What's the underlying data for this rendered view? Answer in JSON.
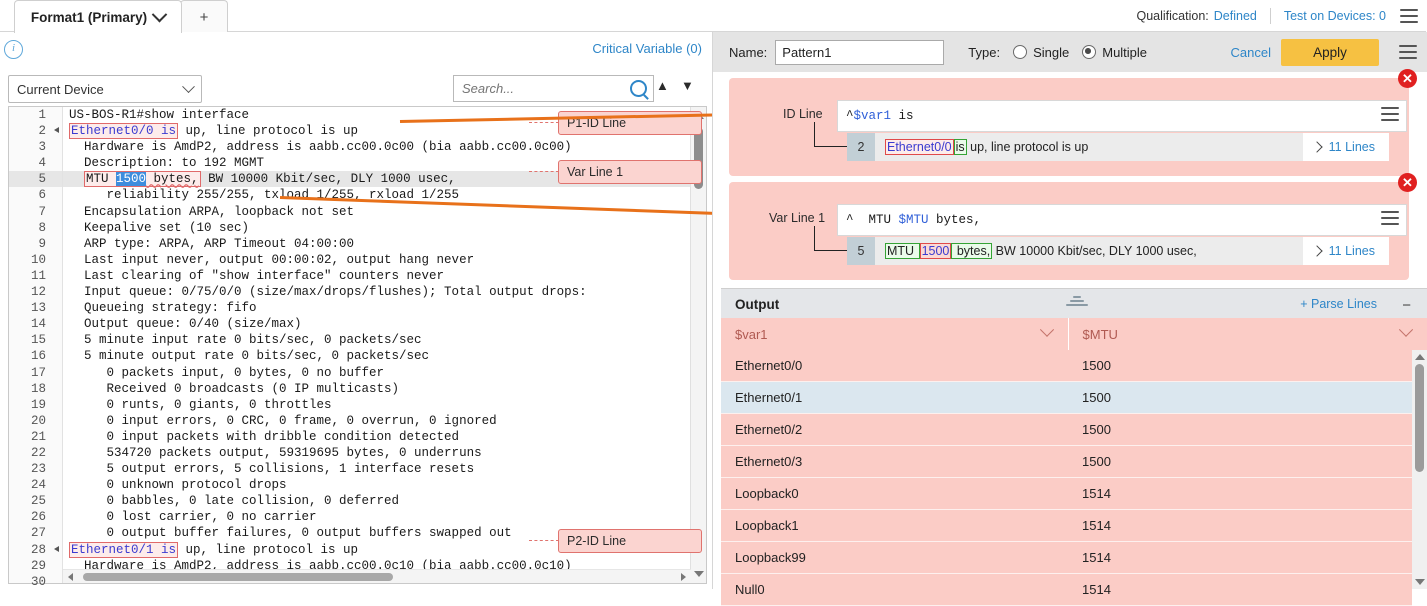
{
  "tabs": {
    "primary": "Format1 (Primary)",
    "add": "+"
  },
  "header_right": {
    "qualification_label": "Qualification:",
    "qualification_value": "Defined",
    "test_label": "Test on Devices: 0",
    "menu_icon": "hamburger-icon"
  },
  "left": {
    "info_icon": "info-icon",
    "critical_variable": "Critical Variable (0)",
    "device_select": "Current Device",
    "search_placeholder": "Search...",
    "search_value": "",
    "search_icon": "search-icon",
    "nav_up": "▲",
    "nav_down": "▼",
    "code_lines": [
      {
        "n": 1,
        "fold": false,
        "text": "US-BOS-R1#show interface"
      },
      {
        "n": 2,
        "fold": true,
        "text": "Ethernet0/0 is up, line protocol is up"
      },
      {
        "n": 3,
        "fold": false,
        "text": "  Hardware is AmdP2, address is aabb.cc00.0c00 (bia aabb.cc00.0c00)"
      },
      {
        "n": 4,
        "fold": false,
        "text": "  Description: to 192 MGMT"
      },
      {
        "n": 5,
        "fold": false,
        "text": "  MTU 1500 bytes, BW 10000 Kbit/sec, DLY 1000 usec,"
      },
      {
        "n": 6,
        "fold": false,
        "text": "     reliability 255/255, txload 1/255, rxload 1/255"
      },
      {
        "n": 7,
        "fold": false,
        "text": "  Encapsulation ARPA, loopback not set"
      },
      {
        "n": 8,
        "fold": false,
        "text": "  Keepalive set (10 sec)"
      },
      {
        "n": 9,
        "fold": false,
        "text": "  ARP type: ARPA, ARP Timeout 04:00:00"
      },
      {
        "n": 10,
        "fold": false,
        "text": "  Last input never, output 00:00:02, output hang never"
      },
      {
        "n": 11,
        "fold": false,
        "text": "  Last clearing of \"show interface\" counters never"
      },
      {
        "n": 12,
        "fold": false,
        "text": "  Input queue: 0/75/0/0 (size/max/drops/flushes); Total output drops:"
      },
      {
        "n": 13,
        "fold": false,
        "text": "  Queueing strategy: fifo"
      },
      {
        "n": 14,
        "fold": false,
        "text": "  Output queue: 0/40 (size/max)"
      },
      {
        "n": 15,
        "fold": false,
        "text": "  5 minute input rate 0 bits/sec, 0 packets/sec"
      },
      {
        "n": 16,
        "fold": false,
        "text": "  5 minute output rate 0 bits/sec, 0 packets/sec"
      },
      {
        "n": 17,
        "fold": false,
        "text": "     0 packets input, 0 bytes, 0 no buffer"
      },
      {
        "n": 18,
        "fold": false,
        "text": "     Received 0 broadcasts (0 IP multicasts)"
      },
      {
        "n": 19,
        "fold": false,
        "text": "     0 runts, 0 giants, 0 throttles"
      },
      {
        "n": 20,
        "fold": false,
        "text": "     0 input errors, 0 CRC, 0 frame, 0 overrun, 0 ignored"
      },
      {
        "n": 21,
        "fold": false,
        "text": "     0 input packets with dribble condition detected"
      },
      {
        "n": 22,
        "fold": false,
        "text": "     534720 packets output, 59319695 bytes, 0 underruns"
      },
      {
        "n": 23,
        "fold": false,
        "text": "     5 output errors, 5 collisions, 1 interface resets"
      },
      {
        "n": 24,
        "fold": false,
        "text": "     0 unknown protocol drops"
      },
      {
        "n": 25,
        "fold": false,
        "text": "     0 babbles, 0 late collision, 0 deferred"
      },
      {
        "n": 26,
        "fold": false,
        "text": "     0 lost carrier, 0 no carrier"
      },
      {
        "n": 27,
        "fold": false,
        "text": "     0 output buffer failures, 0 output buffers swapped out"
      },
      {
        "n": 28,
        "fold": true,
        "text": "Ethernet0/1 is up, line protocol is up"
      },
      {
        "n": 29,
        "fold": false,
        "text": "  Hardware is AmdP2, address is aabb.cc00.0c10 (bia aabb.cc00.0c10)"
      },
      {
        "n": 30,
        "fold": false,
        "text": ""
      }
    ],
    "line2_id_token": "Ethernet0/0 is",
    "line2_rest": " up, line protocol is up",
    "line5_pre": "  ",
    "line5_mtu": "MTU ",
    "line5_val": "1500",
    "line5_bytes": " bytes,",
    "line5_rest": " BW 10000 Kbit/sec, DLY 1000 usec,",
    "line28_id_token": "Ethernet0/1 is",
    "line28_rest": " up, line protocol is up",
    "chips": {
      "p1": "P1-ID Line",
      "var1": "Var Line 1",
      "p2": "P2-ID Line"
    }
  },
  "right": {
    "name_label": "Name:",
    "name_value": "Pattern1",
    "type_label": "Type:",
    "type_single": "Single",
    "type_multiple": "Multiple",
    "type_selected": "Multiple",
    "cancel": "Cancel",
    "apply": "Apply",
    "menu_icon": "hamburger-icon",
    "id_section": {
      "label": "ID Line",
      "pattern_prefix": "^",
      "pattern_var": "$var1",
      "pattern_suffix": " is",
      "close_icon": "close-icon",
      "menu_icon": "hamburger-icon",
      "preview_num": "2",
      "preview_m1": "Ethernet0/0",
      "preview_m2": "is",
      "preview_rest": " up, line protocol is up",
      "lines_btn": "11 Lines"
    },
    "var_section": {
      "label": "Var Line 1",
      "pattern_prefix": "^  MTU ",
      "pattern_var": "$MTU",
      "pattern_suffix": " bytes,",
      "close_icon": "close-icon",
      "menu_icon": "hamburger-icon",
      "preview_num": "5",
      "preview_m1": "MTU ",
      "preview_m2": "1500",
      "preview_m3": " bytes,",
      "preview_rest": " BW 10000 Kbit/sec, DLY 1000 usec,",
      "lines_btn": "11 Lines"
    },
    "output": {
      "title": "Output",
      "parse_lines": "+ Parse Lines",
      "collapse": "−",
      "grip_icon": "resize-grip-icon",
      "columns": [
        "$var1",
        "$MTU"
      ],
      "rows": [
        {
          "var1": "Ethernet0/0",
          "mtu": "1500",
          "alt": false
        },
        {
          "var1": "Ethernet0/1",
          "mtu": "1500",
          "alt": true
        },
        {
          "var1": "Ethernet0/2",
          "mtu": "1500",
          "alt": false
        },
        {
          "var1": "Ethernet0/3",
          "mtu": "1500",
          "alt": false
        },
        {
          "var1": "Loopback0",
          "mtu": "1514",
          "alt": false
        },
        {
          "var1": "Loopback1",
          "mtu": "1514",
          "alt": false
        },
        {
          "var1": "Loopback99",
          "mtu": "1514",
          "alt": false
        },
        {
          "var1": "Null0",
          "mtu": "1514",
          "alt": false
        }
      ]
    }
  },
  "colors": {
    "accent_blue": "#2e86c8",
    "apply_yellow": "#f6c142",
    "section_pink": "#fbccc6",
    "arrow_orange": "#e8711a",
    "close_red": "#e02020"
  }
}
